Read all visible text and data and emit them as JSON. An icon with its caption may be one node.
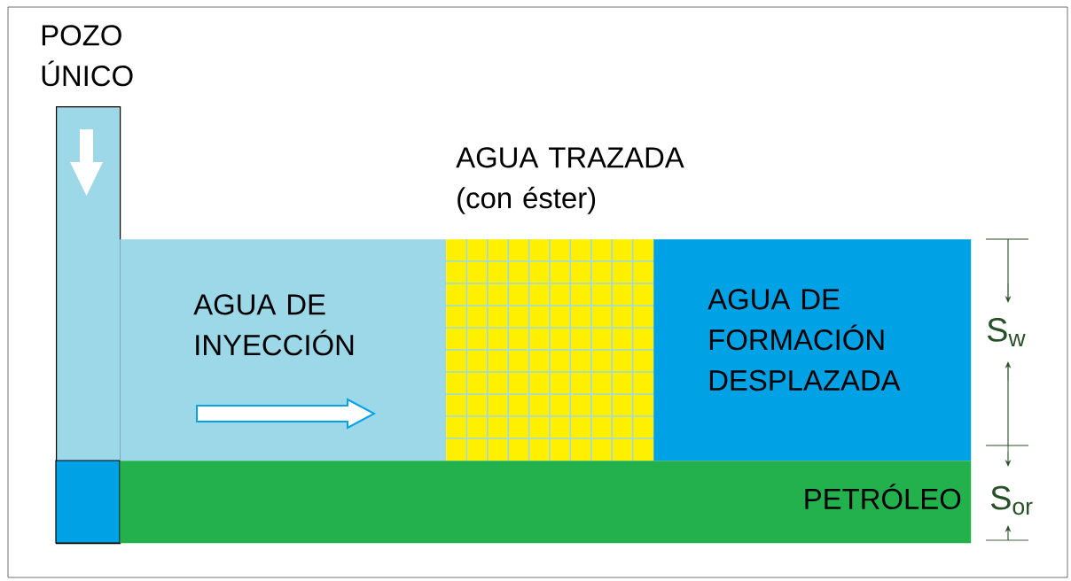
{
  "diagram": {
    "nodes": [
      {
        "text": [
          "POZO ÚNICO"
        ]
      },
      {
        "text": [
          "AGUA DE INYECCIÓN"
        ]
      },
      {
        "text": [
          "AGUA TRAZADA (con éster)"
        ]
      },
      {
        "text": [
          "AGUA DE FORMACIÓN DESPLAZADA"
        ]
      },
      {
        "text": [
          "PETRÓLEO"
        ]
      }
    ],
    "labels": [
      "S$_{w}$",
      "S$_{or}$"
    ]
  }
}
